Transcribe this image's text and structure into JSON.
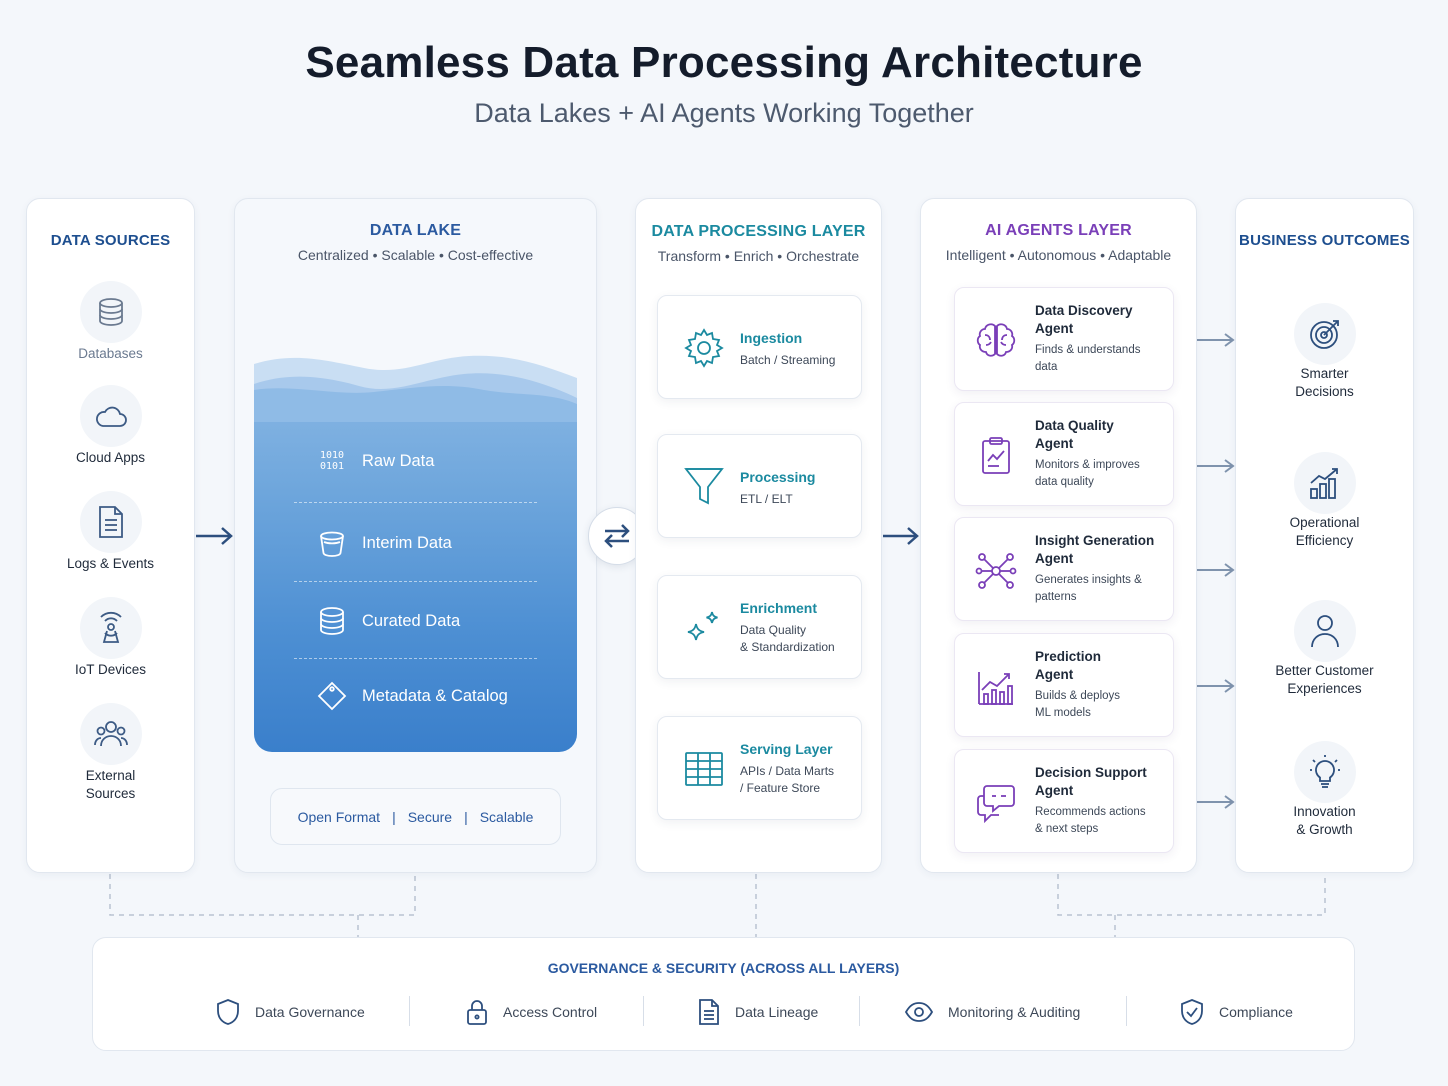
{
  "header": {
    "title": "Seamless Data Processing Architecture",
    "subtitle": "Data Lakes + AI Agents Working Together"
  },
  "sources": {
    "title": "DATA SOURCES",
    "items": [
      {
        "label": "Databases",
        "icon": "database-icon"
      },
      {
        "label": "Cloud Apps",
        "icon": "cloud-icon"
      },
      {
        "label": "Logs & Events",
        "icon": "document-icon"
      },
      {
        "label": "IoT Devices",
        "icon": "iot-signal-icon"
      },
      {
        "label": "External Sources",
        "icon": "users-icon"
      }
    ]
  },
  "lake": {
    "title": "DATA LAKE",
    "subtitle": "Centralized • Scalable • Cost-effective",
    "layers": [
      {
        "label": "Raw Data",
        "icon": "binary-icon",
        "icon_text": "1010\n0101"
      },
      {
        "label": "Interim Data",
        "icon": "bucket-icon"
      },
      {
        "label": "Curated Data",
        "icon": "database-icon"
      },
      {
        "label": "Metadata & Catalog",
        "icon": "tag-icon"
      }
    ],
    "footer": [
      "Open Format",
      "Secure",
      "Scalable"
    ],
    "footer_sep": "|"
  },
  "processing": {
    "title": "DATA PROCESSING LAYER",
    "subtitle": "Transform • Enrich • Orchestrate",
    "steps": [
      {
        "title": "Ingestion",
        "desc": [
          "Batch / Streaming"
        ],
        "icon": "gear-icon"
      },
      {
        "title": "Processing",
        "desc": [
          "ETL / ELT"
        ],
        "icon": "funnel-icon"
      },
      {
        "title": "Enrichment",
        "desc": [
          "Data Quality",
          "& Standardization"
        ],
        "icon": "sparkle-icon"
      },
      {
        "title": "Serving Layer",
        "desc": [
          "APIs / Data Marts",
          "/ Feature Store"
        ],
        "icon": "table-icon"
      }
    ]
  },
  "agents": {
    "title": "AI AGENTS LAYER",
    "subtitle": "Intelligent • Autonomous • Adaptable",
    "items": [
      {
        "title": [
          "Data Discovery",
          "Agent"
        ],
        "desc": [
          "Finds & understands",
          "data"
        ],
        "icon": "brain-icon"
      },
      {
        "title": [
          "Data Quality",
          "Agent"
        ],
        "desc": [
          "Monitors & improves",
          "data quality"
        ],
        "icon": "clipboard-icon"
      },
      {
        "title": [
          "Insight Generation",
          "Agent"
        ],
        "desc": [
          "Generates insights &",
          "patterns"
        ],
        "icon": "network-icon"
      },
      {
        "title": [
          "Prediction",
          "Agent"
        ],
        "desc": [
          "Builds & deploys",
          "ML models"
        ],
        "icon": "trend-chart-icon"
      },
      {
        "title": [
          "Decision Support",
          "Agent"
        ],
        "desc": [
          "Recommends actions",
          "& next steps"
        ],
        "icon": "chat-icon"
      }
    ]
  },
  "outcomes": {
    "title": "BUSINESS OUTCOMES",
    "items": [
      {
        "label": [
          "Smarter",
          "Decisions"
        ],
        "icon": "target-icon"
      },
      {
        "label": [
          "Operational",
          "Efficiency"
        ],
        "icon": "bar-growth-icon"
      },
      {
        "label": [
          "Better Customer",
          "Experiences"
        ],
        "icon": "person-icon"
      },
      {
        "label": [
          "Innovation",
          "& Growth"
        ],
        "icon": "lightbulb-icon"
      }
    ]
  },
  "governance": {
    "title": "GOVERNANCE & SECURITY (ACROSS ALL LAYERS)",
    "items": [
      {
        "label": "Data Governance",
        "icon": "shield-icon"
      },
      {
        "label": "Access Control",
        "icon": "lock-icon"
      },
      {
        "label": "Data Lineage",
        "icon": "document-icon"
      },
      {
        "label": "Monitoring & Auditing",
        "icon": "eye-icon"
      },
      {
        "label": "Compliance",
        "icon": "shield-check-icon"
      }
    ]
  },
  "colors": {
    "sources_accent": "#1d4e8f",
    "lake_accent": "#2b5aa0",
    "processing_accent": "#1b8aa0",
    "agents_accent": "#7a3fb8",
    "outcomes_accent": "#1d4e8f"
  }
}
